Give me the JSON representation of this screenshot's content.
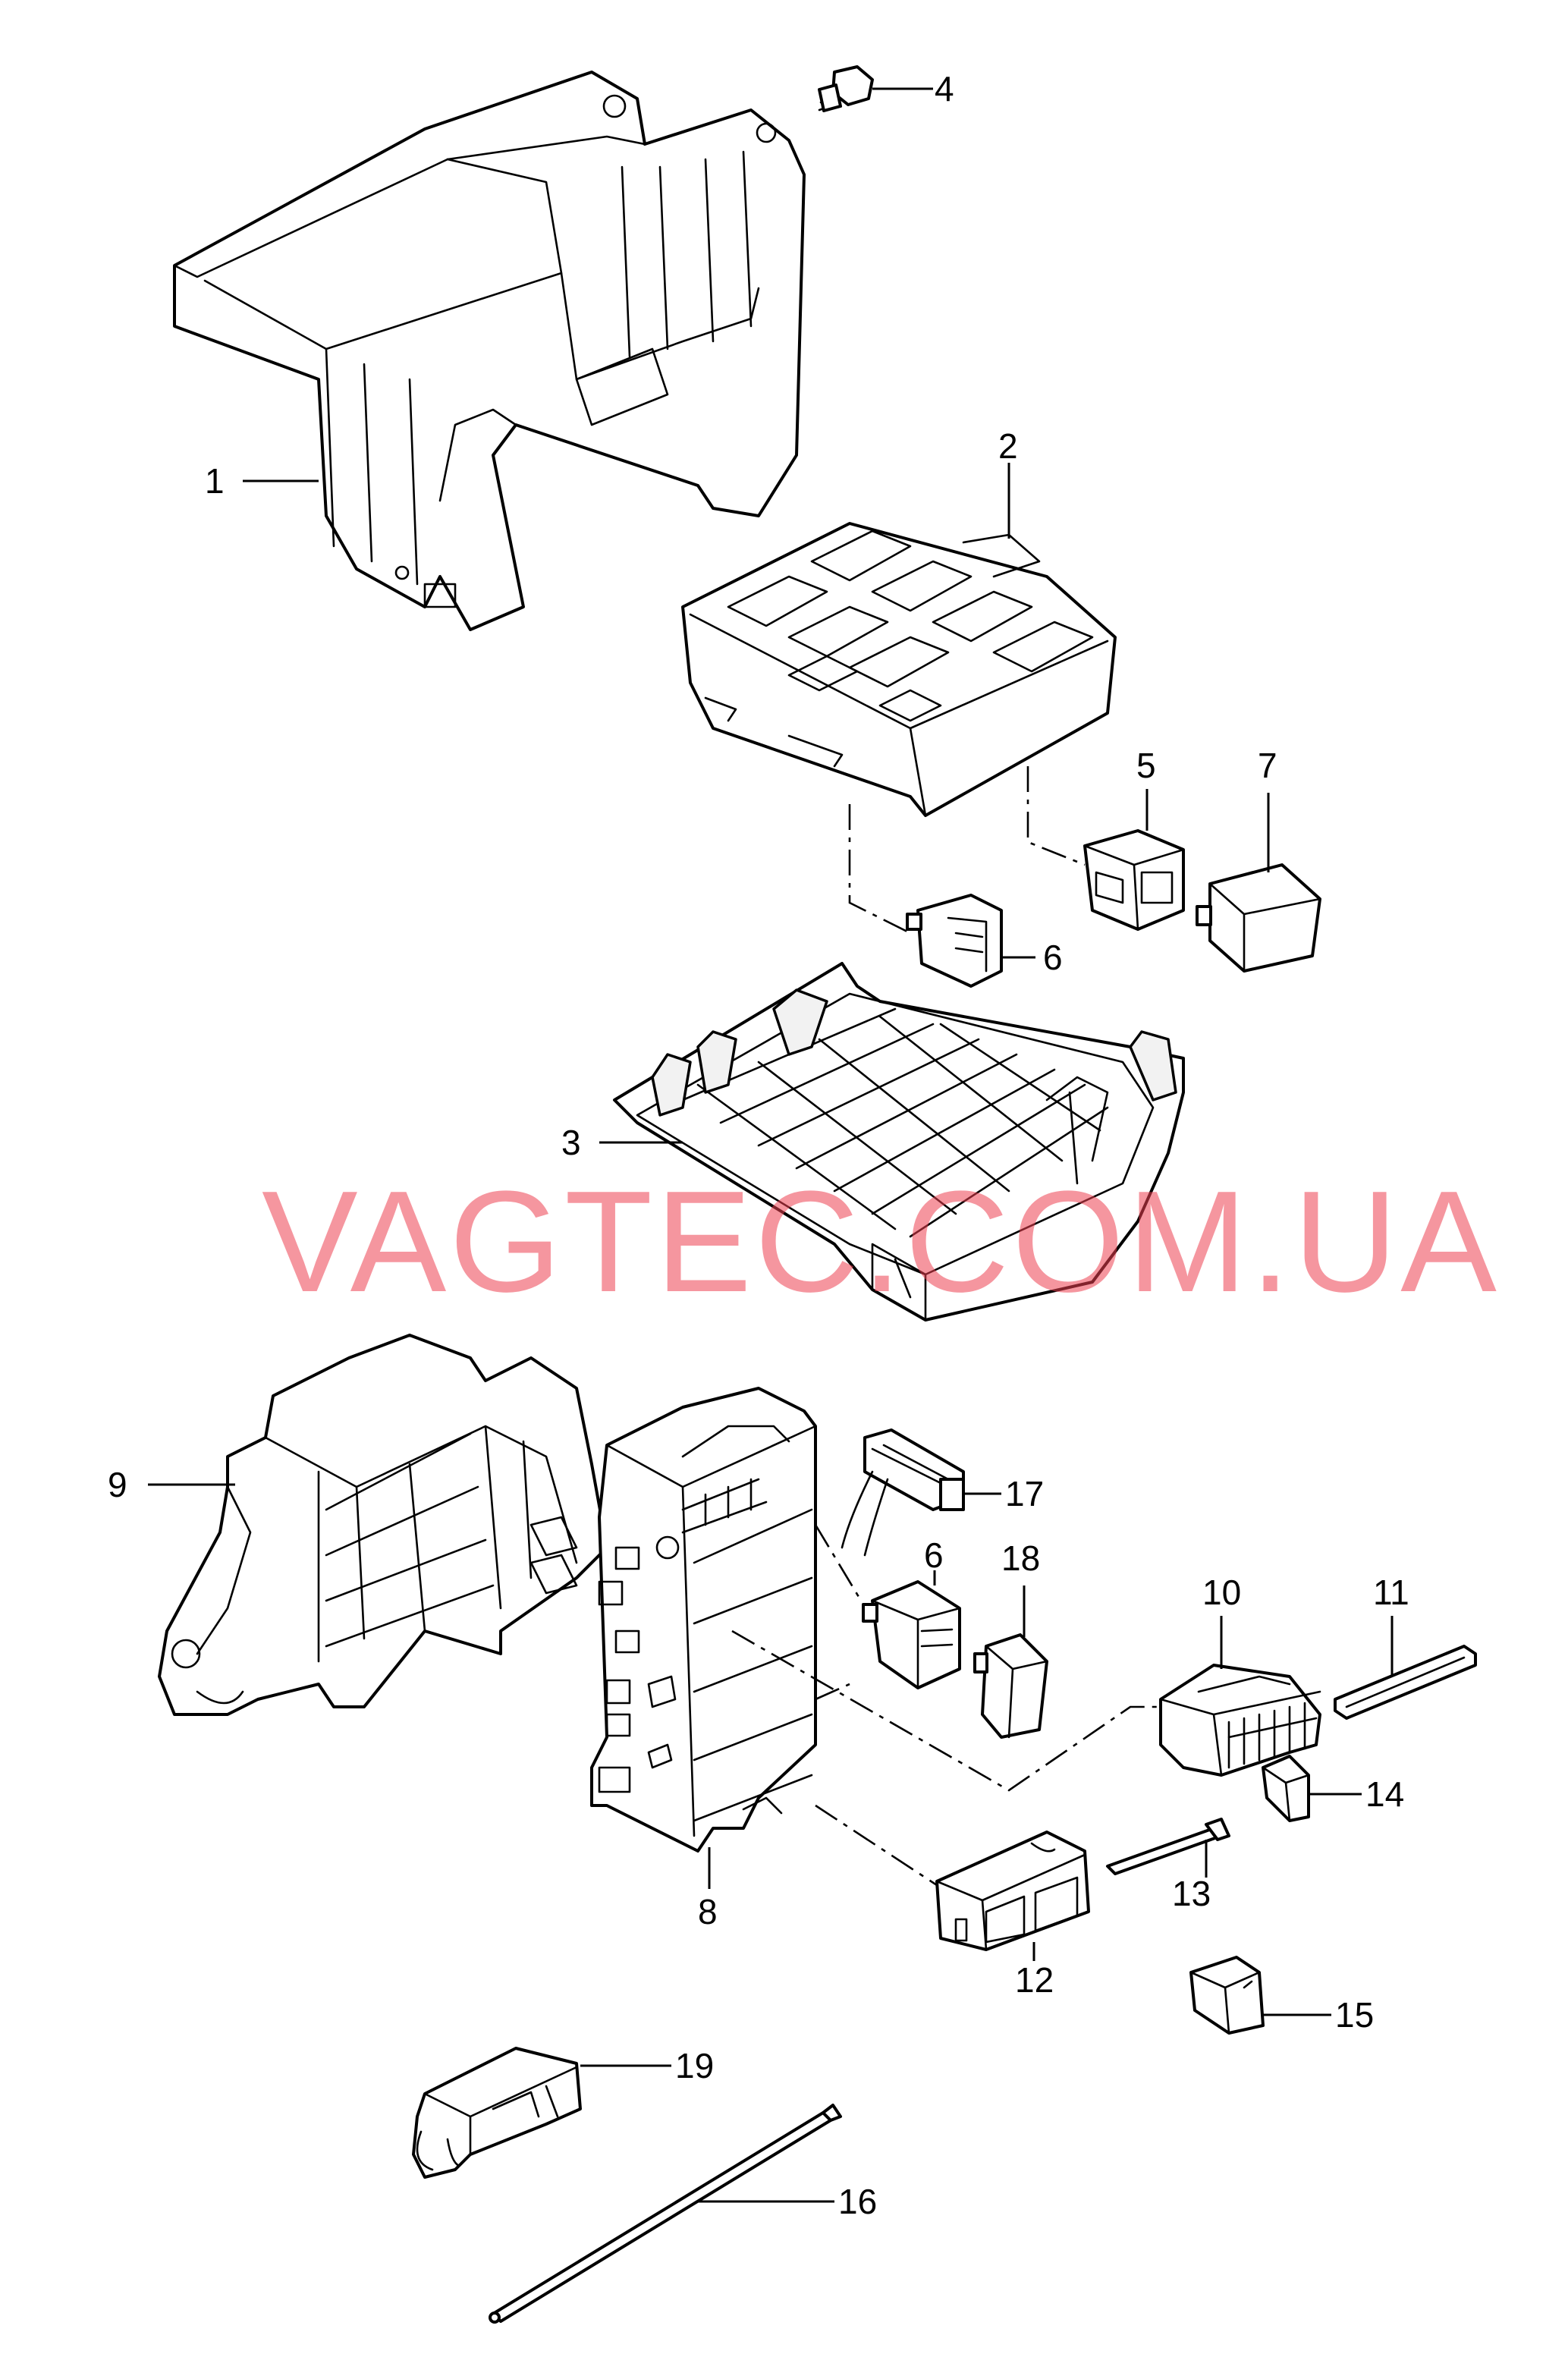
{
  "watermark": "VAGTEC.COM.UA",
  "callouts": {
    "p1": "1",
    "p2": "2",
    "p3": "3",
    "p4": "4",
    "p5": "5",
    "p6a": "6",
    "p6b": "6",
    "p7": "7",
    "p8": "8",
    "p9": "9",
    "p10": "10",
    "p11": "11",
    "p12": "12",
    "p13": "13",
    "p14": "14",
    "p15": "15",
    "p16": "16",
    "p17": "17",
    "p18": "18",
    "p19": "19"
  },
  "colors": {
    "line": "#000000",
    "watermark": "#ec4050"
  }
}
